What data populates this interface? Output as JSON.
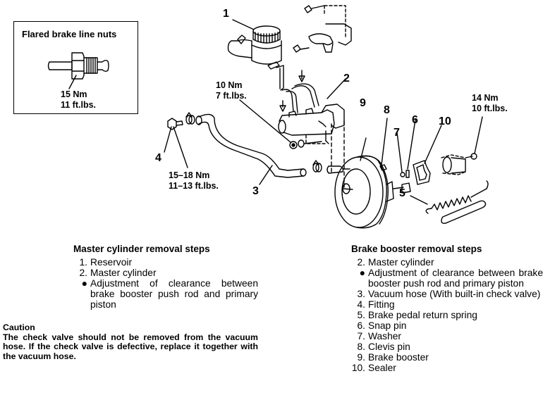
{
  "inset": {
    "title": "Flared brake line nuts",
    "torque_nm": "15  Nm",
    "torque_ftlbs": "11 ft.lbs."
  },
  "callouts": {
    "c1": "1",
    "c2": "2",
    "c3": "3",
    "c4": "4",
    "c5": "5",
    "c6": "6",
    "c7": "7",
    "c8": "8",
    "c9": "9",
    "c10": "10"
  },
  "torques": {
    "master_cylinder_nut": {
      "nm": "10 Nm",
      "ftlbs": "7 ft.lbs."
    },
    "fitting": {
      "nm": "15–18 Nm",
      "ftlbs": "11–13 ft.lbs."
    },
    "booster_nut": {
      "nm": "14 Nm",
      "ftlbs": "10 ft.lbs."
    }
  },
  "master_cylinder_steps": {
    "title": "Master cylinder removal steps",
    "items": [
      {
        "marker": "1.",
        "text": "Reservoir"
      },
      {
        "marker": "2.",
        "text": "Master cylinder"
      },
      {
        "marker": "●",
        "text": "Adjustment of clearance between brake booster push rod and primary piston"
      }
    ]
  },
  "caution": {
    "title": "Caution",
    "body": "The check valve should not be removed from the vacuum hose. If the check valve is defective, replace it together with the vacuum hose."
  },
  "brake_booster_steps": {
    "title": "Brake booster removal steps",
    "items": [
      {
        "marker": "2.",
        "text": "Master cylinder"
      },
      {
        "marker": "●",
        "text": "Adjustment of clearance between brake booster push rod and primary piston"
      },
      {
        "marker": "3.",
        "text": "Vacuum hose (With built-in check valve)"
      },
      {
        "marker": "4.",
        "text": "Fitting"
      },
      {
        "marker": "5.",
        "text": "Brake pedal return spring"
      },
      {
        "marker": "6.",
        "text": "Snap pin"
      },
      {
        "marker": "7.",
        "text": "Washer"
      },
      {
        "marker": "8.",
        "text": "Clevis pin"
      },
      {
        "marker": "9.",
        "text": "Brake booster"
      },
      {
        "marker": "10.",
        "text": "Sealer"
      }
    ]
  }
}
